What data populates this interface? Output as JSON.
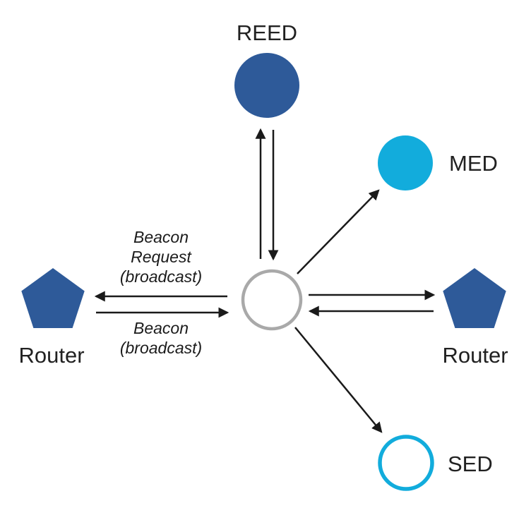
{
  "diagram": {
    "nodes": {
      "reed": {
        "label": "REED"
      },
      "med": {
        "label": "MED"
      },
      "sed": {
        "label": "SED"
      },
      "router_left": {
        "label": "Router"
      },
      "router_right": {
        "label": "Router"
      },
      "center": {
        "label": ""
      }
    },
    "annotations": {
      "beacon_request": {
        "line1": "Beacon",
        "line2": "Request",
        "line3": "(broadcast)"
      },
      "beacon": {
        "line1": "Beacon",
        "line2": "(broadcast)"
      }
    },
    "colors": {
      "node_dark_blue": "#2E5A99",
      "node_cyan": "#12ACDC",
      "center_ring_gray": "#A9A9A9",
      "arrow_black": "#1A1A1A",
      "text": "#212121"
    }
  }
}
